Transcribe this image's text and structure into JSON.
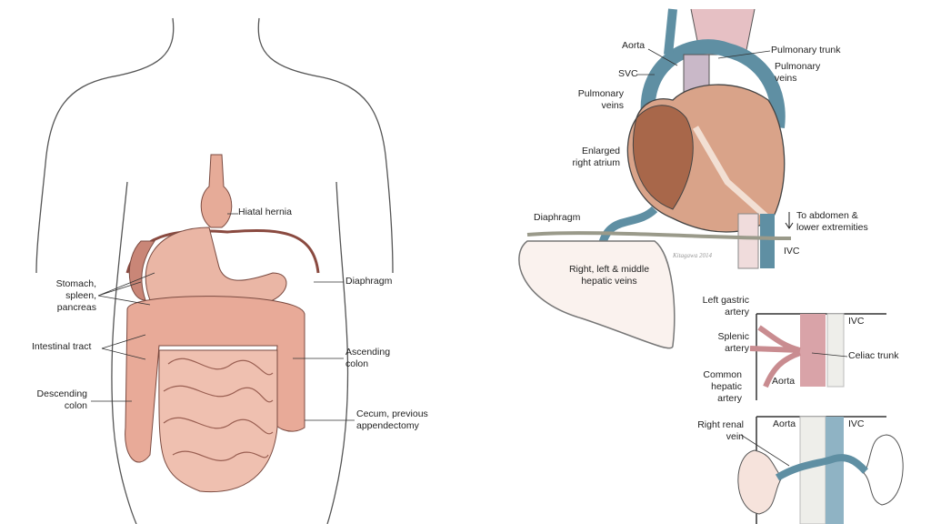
{
  "abdomen": {
    "hiatal_hernia": "Hiatal hernia",
    "stomach": "Stomach,\nspleen,\npancreas",
    "diaphragm": "Diaphragm",
    "intestinal_tract": "Intestinal tract",
    "ascending_colon": "Ascending\ncolon",
    "descending_colon": "Descending\ncolon",
    "cecum": "Cecum, previous\nappendectomy"
  },
  "heart": {
    "aorta": "Aorta",
    "pulmonary_trunk": "Pulmonary trunk",
    "svc": "SVC",
    "pulmonary_veins_right": "Pulmonary\nveins",
    "pulmonary_veins_left": "Pulmonary\nveins",
    "enlarged_right_atrium": "Enlarged\nright atrium",
    "diaphragm": "Diaphragm",
    "to_abdomen": "To abdomen &\nlower extremities",
    "ivc": "IVC",
    "hepatic_veins": "Right, left & middle\nhepatic veins"
  },
  "celiac": {
    "left_gastric": "Left gastric\nartery",
    "ivc": "IVC",
    "splenic": "Splenic\nartery",
    "celiac_trunk": "Celiac trunk",
    "common_hepatic": "Common\nhepatic\nartery",
    "aorta": "Aorta"
  },
  "renal": {
    "right_renal_vein": "Right renal\nvein",
    "aorta": "Aorta",
    "ivc": "IVC"
  },
  "colors": {
    "organ": "#e9b3a2",
    "outline": "#7a4a40",
    "vein": "#5f8fa3",
    "artery": "#d9a3a8",
    "heart": "#d9a389"
  }
}
